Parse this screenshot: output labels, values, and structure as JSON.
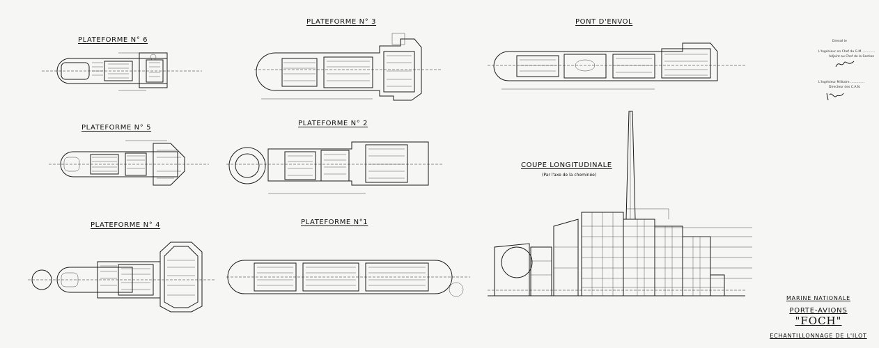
{
  "plans": {
    "p6": {
      "title": "PLATEFORME N° 6"
    },
    "p5": {
      "title": "PLATEFORME N° 5"
    },
    "p4": {
      "title": "PLATEFORME N° 4"
    },
    "p3": {
      "title": "PLATEFORME N° 3"
    },
    "p2": {
      "title": "PLATEFORME N° 2"
    },
    "p1": {
      "title": "PLATEFORME N°1"
    },
    "pont": {
      "title": "PONT D'ENVOL"
    }
  },
  "section": {
    "title": "COUPE LONGITUDINALE",
    "subtitle": "(Par l'axe de la cheminée)"
  },
  "cartouche": {
    "line1": "MARINE NATIONALE",
    "line2_prefix": "PORTE-AVIONS ",
    "line2_name": "\"FOCH\"",
    "line3": "ECHANTILLONNAGE DE L'ILOT"
  },
  "approval": {
    "line1": "Dressé le",
    "line2": "L'Ingénieur en Chef du G.M. ............",
    "line3": "Adjoint au Chef de la Section",
    "line4": "L'Ingénieur Militaire ..............",
    "line5": "Directeur des C.A.N."
  }
}
